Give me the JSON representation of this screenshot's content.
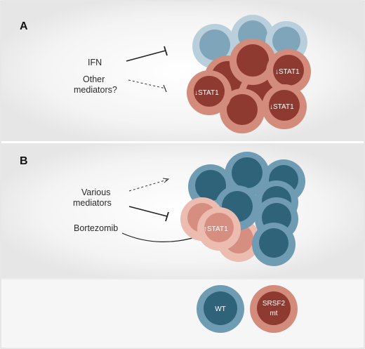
{
  "panels": {
    "a": {
      "label": "A",
      "mediators": [
        "IFN",
        "Other",
        "mediators?"
      ],
      "stat1_labels": [
        "↓STAT1",
        "↓STAT1",
        "↓STAT1"
      ]
    },
    "b": {
      "label": "B",
      "mediators": [
        "Various",
        "mediators",
        "Bortezomib"
      ],
      "stat1_label": "↑STAT1"
    }
  },
  "legend": {
    "wt": "WT",
    "mt_line1": "SRSF2",
    "mt_line2": "mt"
  },
  "colors": {
    "wt_light_outer": "#b9d0dc",
    "wt_light_inner": "#7fa5ba",
    "wt_dark_outer": "#6f9bb3",
    "wt_dark_inner": "#2f6379",
    "mt_outer": "#d38b7c",
    "mt_inner": "#8e3a31",
    "mt_light_outer": "#ecbcb0",
    "mt_light_inner": "#d68e80",
    "border": "#cfcfcf"
  }
}
